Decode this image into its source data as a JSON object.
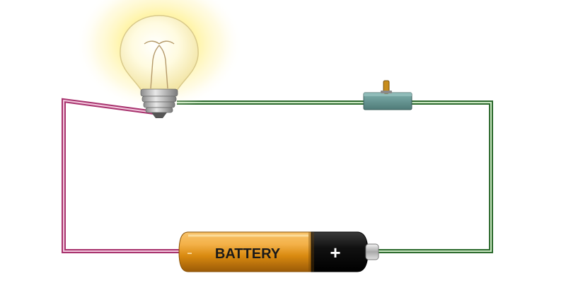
{
  "diagram": {
    "components": [
      {
        "id": "bulb",
        "type": "light-bulb",
        "state": "lit"
      },
      {
        "id": "switch",
        "type": "toggle-switch"
      },
      {
        "id": "battery",
        "type": "battery"
      }
    ],
    "wires": [
      {
        "id": "wire-left",
        "color": "#a8336e"
      },
      {
        "id": "wire-right",
        "color": "#2e6b2f"
      }
    ]
  },
  "battery": {
    "label": "BATTERY",
    "positive_symbol": "+",
    "negative_symbol": "−"
  },
  "colors": {
    "wire_negative": "#a8336e",
    "wire_positive": "#2e6b2f",
    "battery_body": "#e39a17",
    "battery_cap": "#111111",
    "switch_body": "#5f8f8c",
    "bulb_glow": "#fff3a0"
  }
}
